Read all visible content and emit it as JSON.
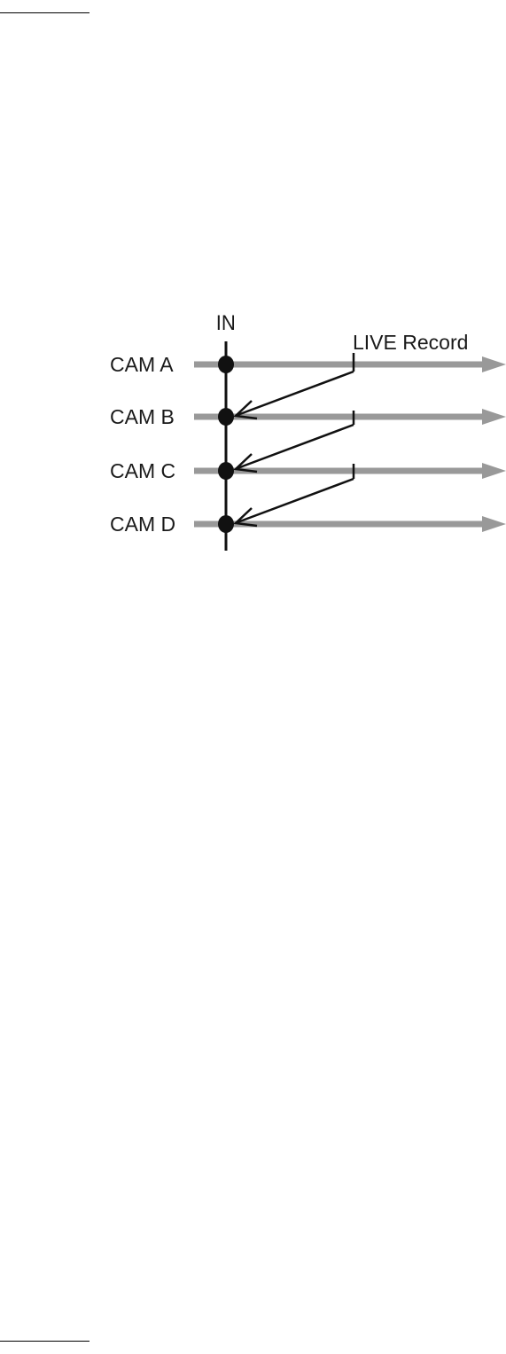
{
  "diagram": {
    "in_label": "IN",
    "live_label": "LIVE Record",
    "cameras": [
      {
        "label": "CAM A"
      },
      {
        "label": "CAM B"
      },
      {
        "label": "CAM C"
      },
      {
        "label": "CAM D"
      }
    ],
    "colors": {
      "track": "#999999",
      "line": "#111111",
      "text": "#1a1a1a"
    }
  }
}
